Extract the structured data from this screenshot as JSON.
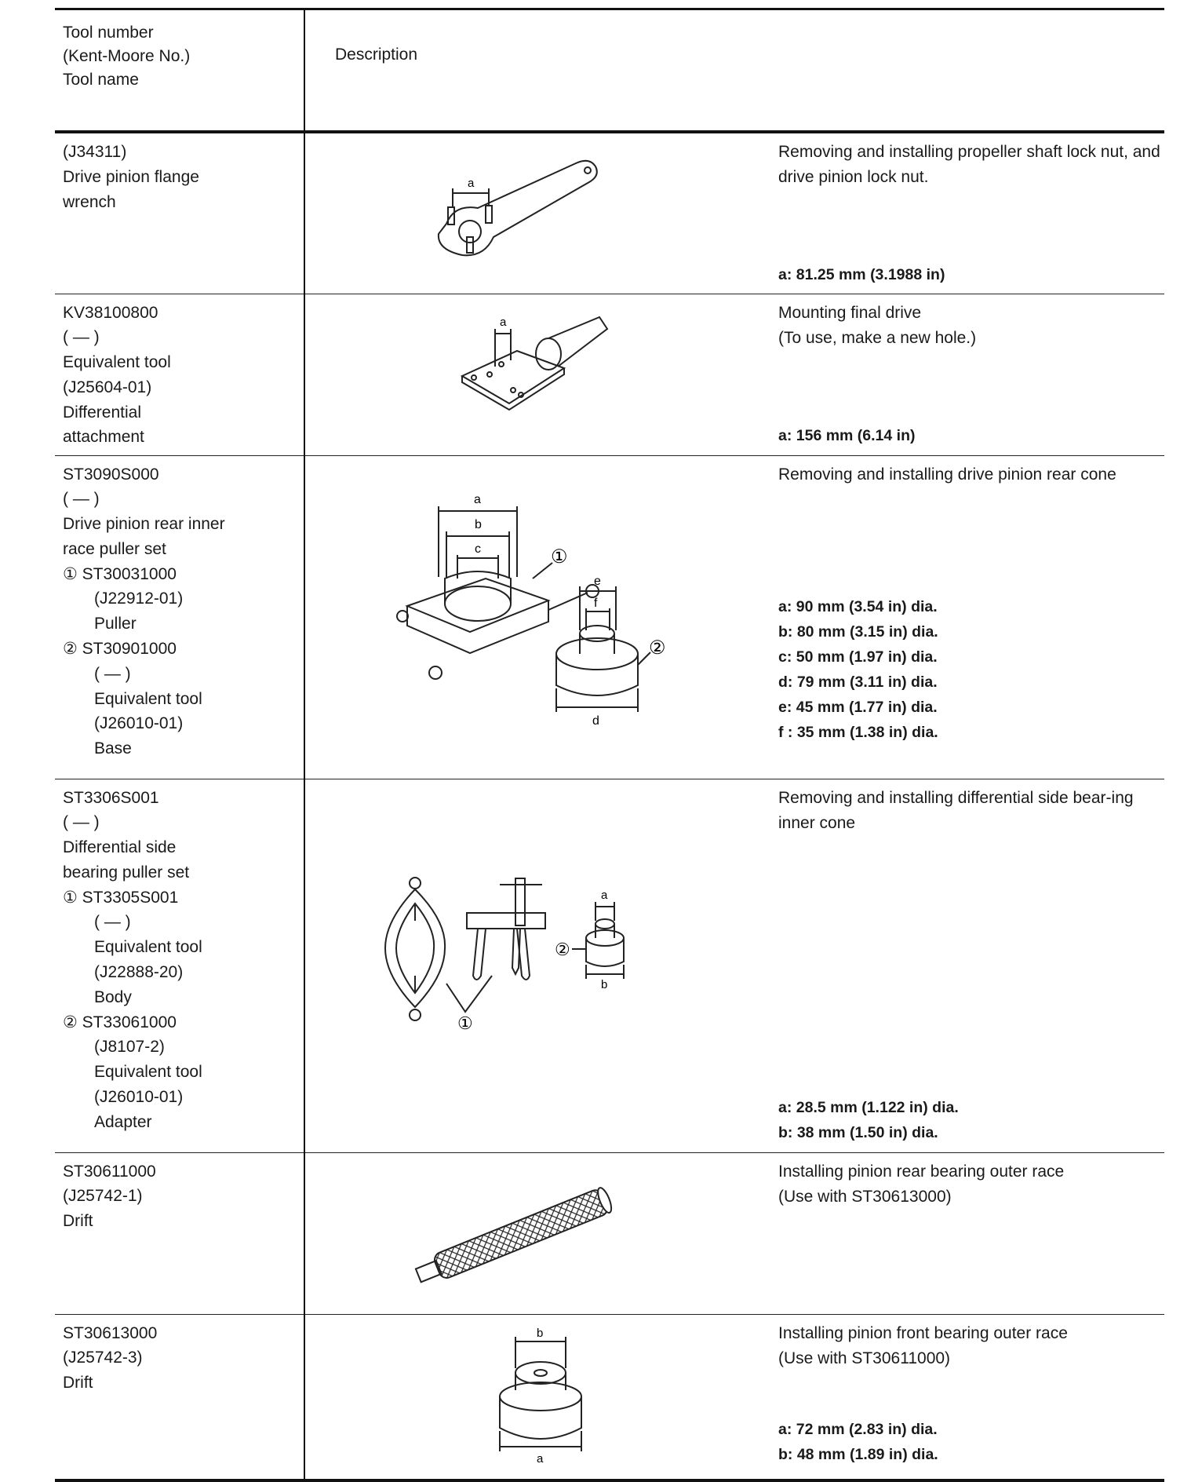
{
  "header": {
    "left_lines": [
      "Tool number",
      "(Kent-Moore No.)",
      "Tool name"
    ],
    "right": "Description"
  },
  "rows": [
    {
      "number_lines": [
        "(J34311)",
        "Drive pinion flange",
        "wrench"
      ],
      "purpose": "Removing and installing propeller shaft lock nut, and drive pinion lock nut.",
      "specs": [
        "a: 81.25 mm (3.1988 in)"
      ]
    },
    {
      "number_lines": [
        "KV38100800",
        "(    —    )",
        "Equivalent tool",
        "(J25604-01)",
        "Differential",
        "attachment"
      ],
      "purpose": "Mounting final drive\n(To use, make a new hole.)",
      "specs": [
        "a: 156 mm (6.14 in)"
      ]
    },
    {
      "number_lines": [
        "ST3090S000",
        "(    —    )",
        "Drive pinion rear inner",
        "race puller set",
        "① ST30031000",
        "(J22912-01)",
        "Puller",
        "② ST30901000",
        "(    —    )",
        "Equivalent tool",
        "(J26010-01)",
        "Base"
      ],
      "purpose": "Removing and installing drive pinion rear cone",
      "specs": [
        "a: 90 mm (3.54 in) dia.",
        "b: 80 mm (3.15 in) dia.",
        "c: 50 mm (1.97 in) dia.",
        "d: 79 mm (3.11 in) dia.",
        "e: 45 mm (1.77 in) dia.",
        "f : 35 mm (1.38 in) dia."
      ]
    },
    {
      "number_lines": [
        "ST3306S001",
        "(    —    )",
        "Differential side",
        "bearing puller set",
        "① ST3305S001",
        "(    —    )",
        "Equivalent tool",
        "(J22888-20)",
        "Body",
        "② ST33061000",
        "(J8107-2)",
        "Equivalent tool",
        "(J26010-01)",
        "Adapter"
      ],
      "purpose": "Removing and installing differential side bear-ing inner cone",
      "specs": [
        "a: 28.5 mm (1.122 in) dia.",
        "b: 38 mm (1.50 in) dia."
      ]
    },
    {
      "number_lines": [
        "ST30611000",
        "(J25742-1)",
        "Drift"
      ],
      "purpose": "Installing pinion rear bearing outer race\n(Use with ST30613000)",
      "specs": []
    },
    {
      "number_lines": [
        "ST30613000",
        "(J25742-3)",
        "Drift"
      ],
      "purpose": "Installing pinion front bearing outer race\n(Use with ST30611000)",
      "specs": [
        "a: 72 mm (2.83 in) dia.",
        "b: 48 mm (1.89 in) dia."
      ]
    }
  ],
  "figure_labels": {
    "wrench_dim": "a",
    "attachment_dim": "a",
    "puller_dims": [
      "a",
      "b",
      "c",
      "e",
      "f",
      "d"
    ],
    "puller_callouts": [
      "①",
      "②"
    ],
    "side_puller_dims": [
      "a",
      "b"
    ],
    "side_puller_callouts": [
      "②",
      "①"
    ],
    "drift_dims": [
      "b",
      "a"
    ]
  }
}
